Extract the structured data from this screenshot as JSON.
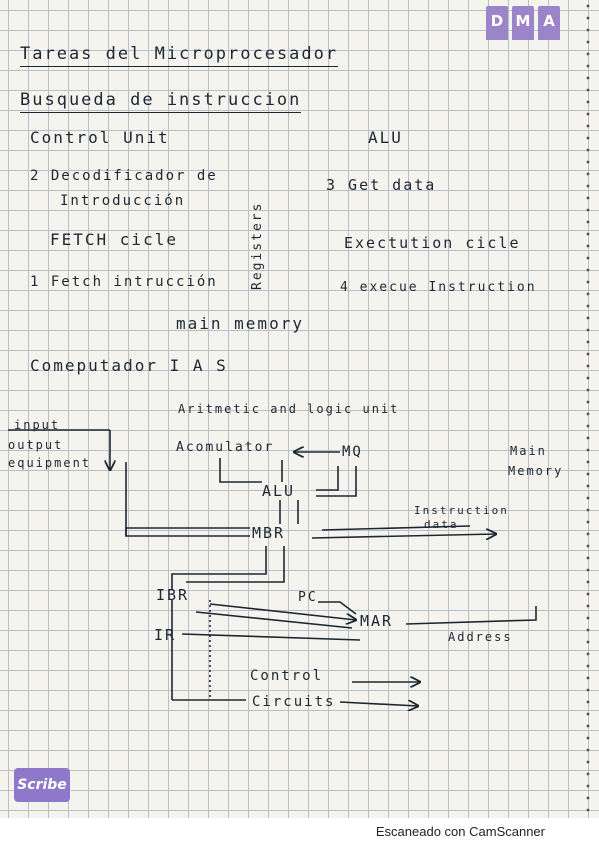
{
  "brand_tabs": [
    "D",
    "M",
    "A"
  ],
  "scribe_logo": "Scribe",
  "notes": {
    "title": "Tareas del Microprocesador",
    "search": "Busqueda de instruccion",
    "control_unit": "Control Unit",
    "alu_heading": "ALU",
    "step2": "2 Decodificador de",
    "step2_b": "Introducción",
    "step3": "3 Get data",
    "registers": "Registers",
    "fetch_cycle": "FETCH cicle",
    "execution_cycle": "Exectution cicle",
    "step1": "1 Fetch intrucción",
    "step4": "4 execue Instruction",
    "main_memory": "main memory",
    "computer": "Comeputador I A S"
  },
  "diagram": {
    "arith": "Aritmetic and logic unit",
    "input": "input",
    "output": "output",
    "equipment": "equipment",
    "acumulator": "Acomulator",
    "mq": "MQ",
    "alu": "ALU",
    "main": "Main",
    "memory": "Memory",
    "mbr": "MBR",
    "instruction": "Instruction",
    "data": "data",
    "ibr": "IBR",
    "pc": "PC",
    "ir": "IR",
    "mar": "MAR",
    "address": "Address",
    "control": "Control",
    "circuits": "Circuits"
  },
  "footer": "Escaneado con CamScanner"
}
